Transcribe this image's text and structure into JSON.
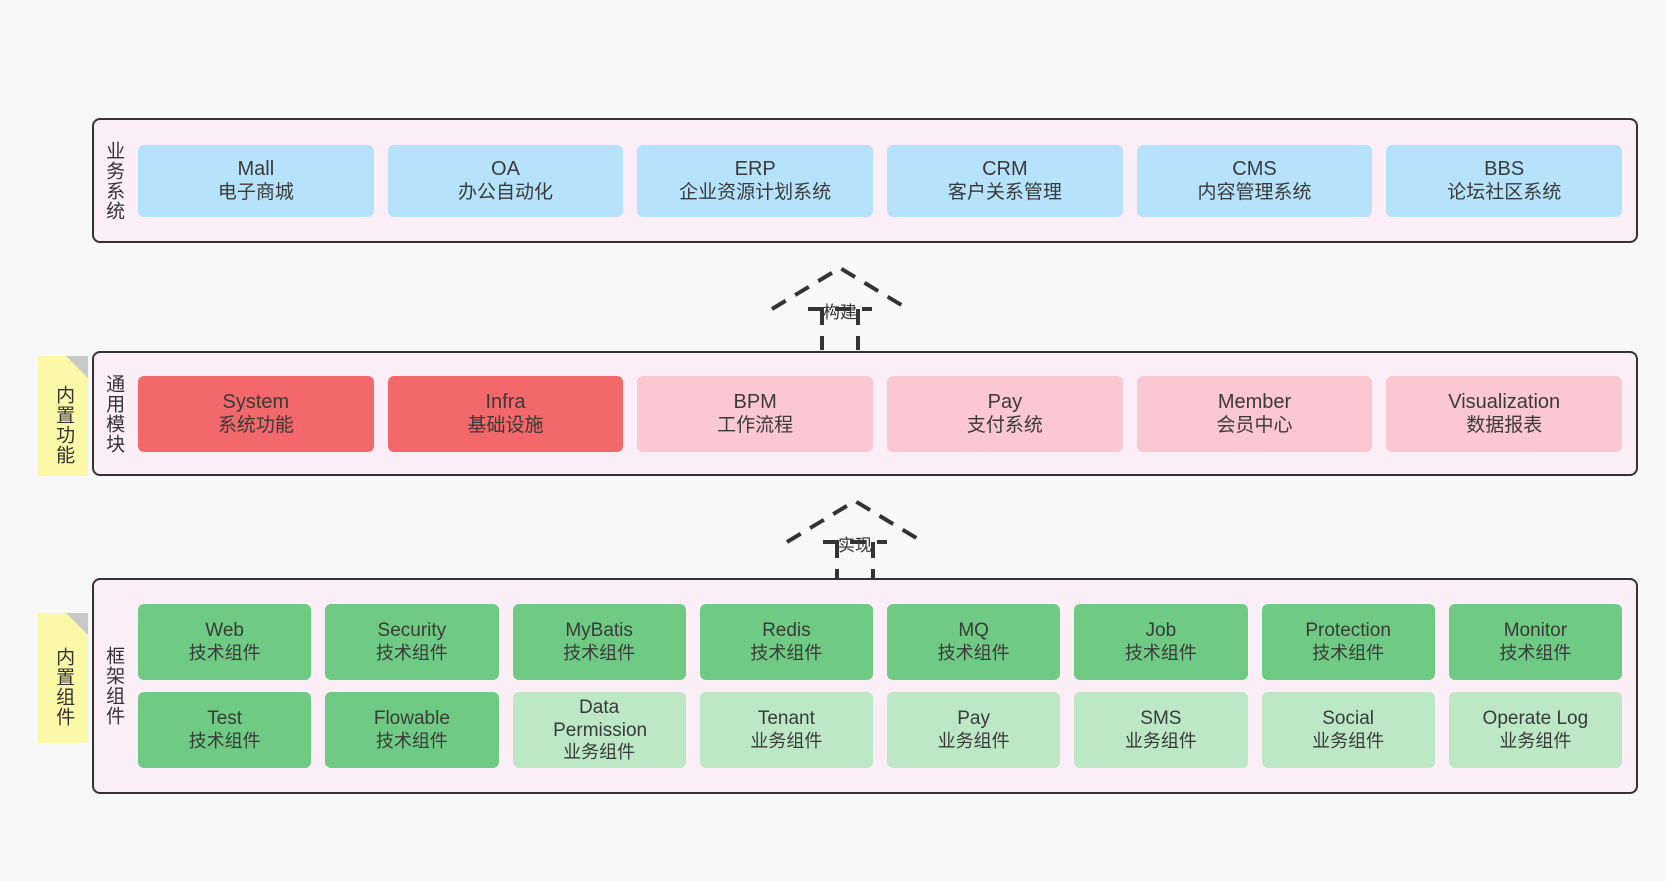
{
  "diagram": {
    "title_business": "业务系统",
    "title_common": "通用模块",
    "title_framework": "框架组件"
  },
  "notes": {
    "builtin_function": "内置功能",
    "builtin_component": "内置组件"
  },
  "connectors": [
    {
      "label": "构建",
      "name": "connector-build"
    },
    {
      "label": "实现",
      "name": "connector-implement"
    }
  ],
  "business_layer": {
    "title": "业务系统",
    "boxes": [
      {
        "en": "Mall",
        "cn": "电子商城",
        "color": "#b6e3fb"
      },
      {
        "en": "OA",
        "cn": "办公自动化",
        "color": "#b6e3fb"
      },
      {
        "en": "ERP",
        "cn": "企业资源计划系统",
        "color": "#b6e3fb"
      },
      {
        "en": "CRM",
        "cn": "客户关系管理",
        "color": "#b6e3fb"
      },
      {
        "en": "CMS",
        "cn": "内容管理系统",
        "color": "#b6e3fb"
      },
      {
        "en": "BBS",
        "cn": "论坛社区系统",
        "color": "#b6e3fb"
      }
    ]
  },
  "common_layer": {
    "title": "通用模块",
    "boxes": [
      {
        "en": "System",
        "cn": "系统功能",
        "color": "#f2686b"
      },
      {
        "en": "Infra",
        "cn": "基础设施",
        "color": "#f2686b"
      },
      {
        "en": "BPM",
        "cn": "工作流程",
        "color": "#fbc7d2"
      },
      {
        "en": "Pay",
        "cn": "支付系统",
        "color": "#fbc7d2"
      },
      {
        "en": "Member",
        "cn": "会员中心",
        "color": "#fbc7d2"
      },
      {
        "en": "Visualization",
        "cn": "数据报表",
        "color": "#fbc7d2"
      }
    ]
  },
  "framework_layer": {
    "title": "框架组件",
    "row1": [
      {
        "en": "Web",
        "cn": "技术组件",
        "color": "#6fcb83"
      },
      {
        "en": "Security",
        "cn": "技术组件",
        "color": "#6fcb83"
      },
      {
        "en": "MyBatis",
        "cn": "技术组件",
        "color": "#6fcb83"
      },
      {
        "en": "Redis",
        "cn": "技术组件",
        "color": "#6fcb83"
      },
      {
        "en": "MQ",
        "cn": "技术组件",
        "color": "#6fcb83"
      },
      {
        "en": "Job",
        "cn": "技术组件",
        "color": "#6fcb83"
      },
      {
        "en": "Protection",
        "cn": "技术组件",
        "color": "#6fcb83"
      },
      {
        "en": "Monitor",
        "cn": "技术组件",
        "color": "#6fcb83"
      }
    ],
    "row2": [
      {
        "en": "Test",
        "cn": "技术组件",
        "color": "#6fcb83"
      },
      {
        "en": "Flowable",
        "cn": "技术组件",
        "color": "#6fcb83"
      },
      {
        "en": "Data Permission",
        "cn": "业务组件",
        "color": "#bce8c5"
      },
      {
        "en": "Tenant",
        "cn": "业务组件",
        "color": "#bce8c5"
      },
      {
        "en": "Pay",
        "cn": "业务组件",
        "color": "#bce8c5"
      },
      {
        "en": "SMS",
        "cn": "业务组件",
        "color": "#bce8c5"
      },
      {
        "en": "Social",
        "cn": "业务组件",
        "color": "#bce8c5"
      },
      {
        "en": "Operate Log",
        "cn": "业务组件",
        "color": "#bce8c5"
      }
    ]
  },
  "colors": {
    "canvas_bg": "#f8f8f8",
    "layer_bg": "#fbeef7",
    "layer_border": "#333333",
    "note_bg": "#fbf8a8",
    "note_fold": "#c9c9c9",
    "blue": "#b6e3fb",
    "red": "#f2686b",
    "pink": "#fbc7d2",
    "green": "#6fcb83",
    "light_green": "#bce8c5"
  }
}
